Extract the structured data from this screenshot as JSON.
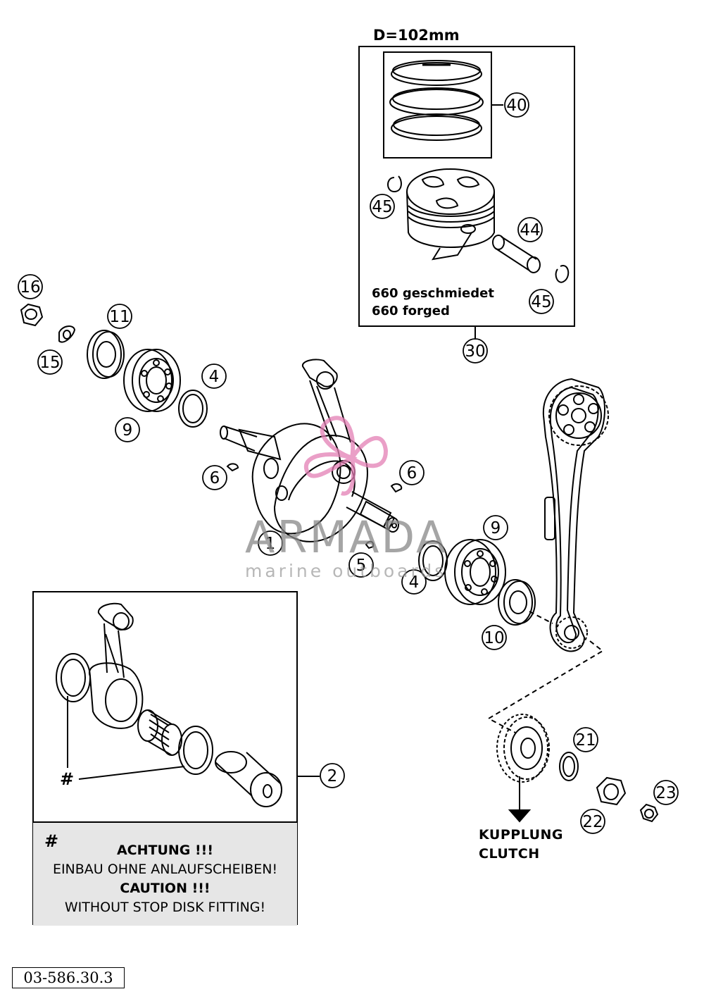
{
  "piston_box": {
    "bore_label": "D=102mm",
    "text_de": "660 geschmiedet",
    "text_en": "660 forged"
  },
  "callouts": [
    {
      "id": "40",
      "label": "40"
    },
    {
      "id": "45a",
      "label": "45"
    },
    {
      "id": "44",
      "label": "44"
    },
    {
      "id": "45b",
      "label": "45"
    },
    {
      "id": "30",
      "label": "30"
    },
    {
      "id": "16",
      "label": "16"
    },
    {
      "id": "15",
      "label": "15"
    },
    {
      "id": "11",
      "label": "11"
    },
    {
      "id": "4a",
      "label": "4"
    },
    {
      "id": "9a",
      "label": "9"
    },
    {
      "id": "6a",
      "label": "6"
    },
    {
      "id": "6b",
      "label": "6"
    },
    {
      "id": "1",
      "label": "1"
    },
    {
      "id": "5",
      "label": "5"
    },
    {
      "id": "4b",
      "label": "4"
    },
    {
      "id": "9b",
      "label": "9"
    },
    {
      "id": "10",
      "label": "10"
    },
    {
      "id": "2",
      "label": "2"
    },
    {
      "id": "21",
      "label": "21"
    },
    {
      "id": "22",
      "label": "22"
    },
    {
      "id": "23",
      "label": "23"
    }
  ],
  "conrod_box": {
    "hash": "#",
    "notice_hash": "#",
    "achtung": "ACHTUNG !!!",
    "einbau": "EINBAU OHNE ANLAUFSCHEIBEN!",
    "caution": "CAUTION !!!",
    "without": "WITHOUT STOP DISK FITTING!"
  },
  "clutch": {
    "line_de": "KUPPLUNG",
    "line_en": "CLUTCH"
  },
  "document_number": "03-586.30.3",
  "watermark": {
    "title": "ARMADA",
    "subtitle": "marine outboards"
  }
}
